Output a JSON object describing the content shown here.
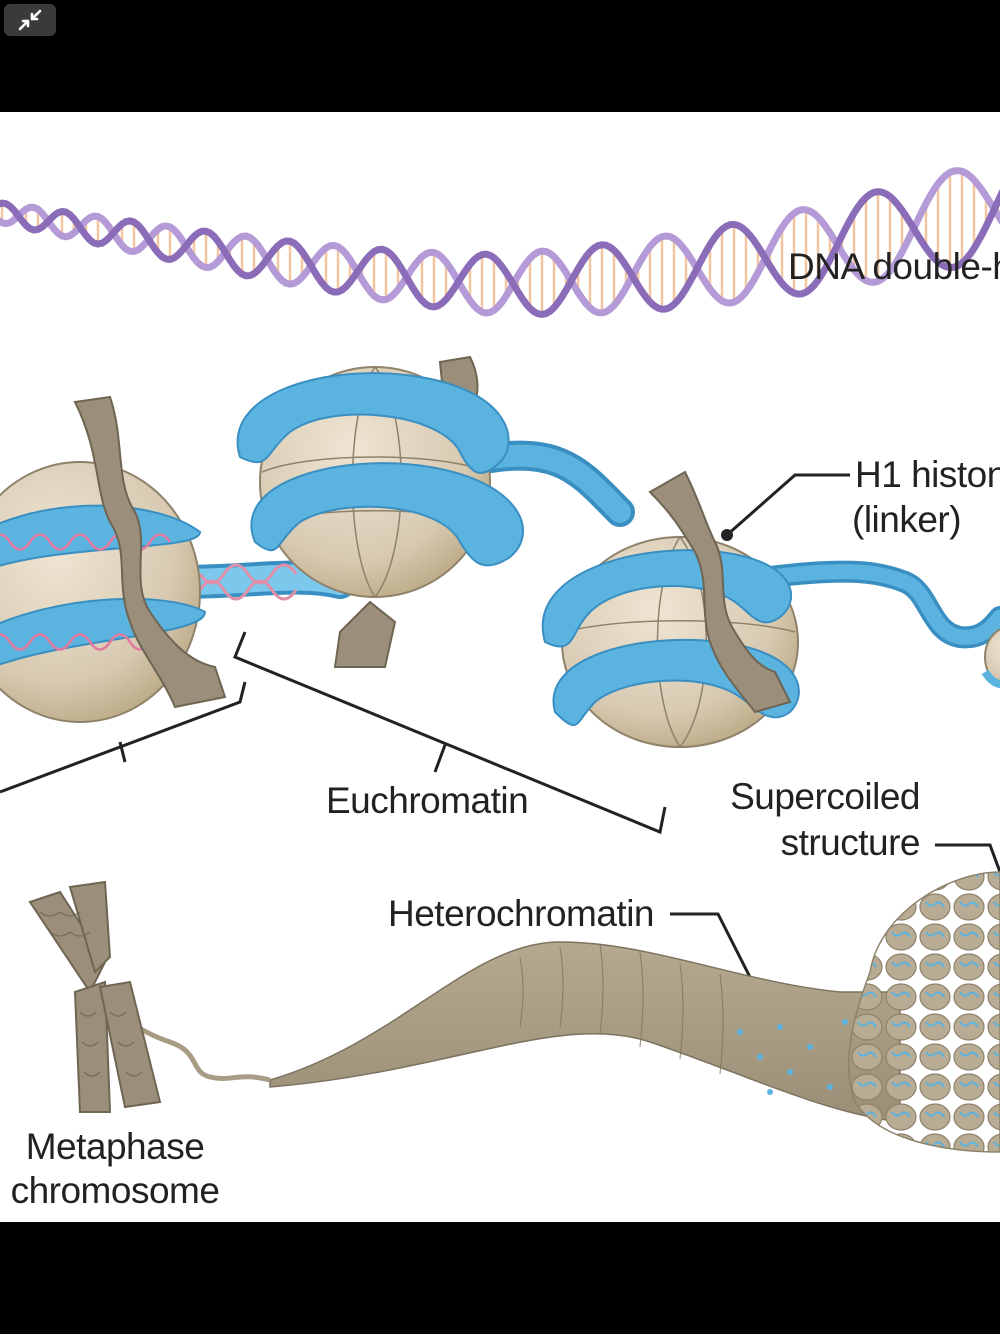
{
  "toolbar": {
    "exit_fullscreen_icon": "collapse-arrows-icon"
  },
  "diagram": {
    "labels": {
      "dna": "DNA double-h",
      "h1_line1": "H1 histon",
      "h1_line2": "(linker)",
      "euchromatin": "Euchromatin",
      "supercoiled_line1": "Supercoiled",
      "supercoiled_line2": "structure",
      "heterochromatin": "Heterochromatin",
      "metaphase_line1": "Metaphase",
      "metaphase_line2": "chromosome"
    },
    "colors": {
      "dna_strand": "#b49ad6",
      "dna_base": "#f4c6a0",
      "dna_strand_dark": "#8a6cb8",
      "dna_fiber": "#5bb3e0",
      "dna_fiber_dark": "#3a8fc2",
      "histone_core": "#d8cab2",
      "histone_core_shade": "#bfae92",
      "h1_histone": "#9b8f7c",
      "chromatin": "#a89c85",
      "leader_line": "#222222"
    }
  }
}
